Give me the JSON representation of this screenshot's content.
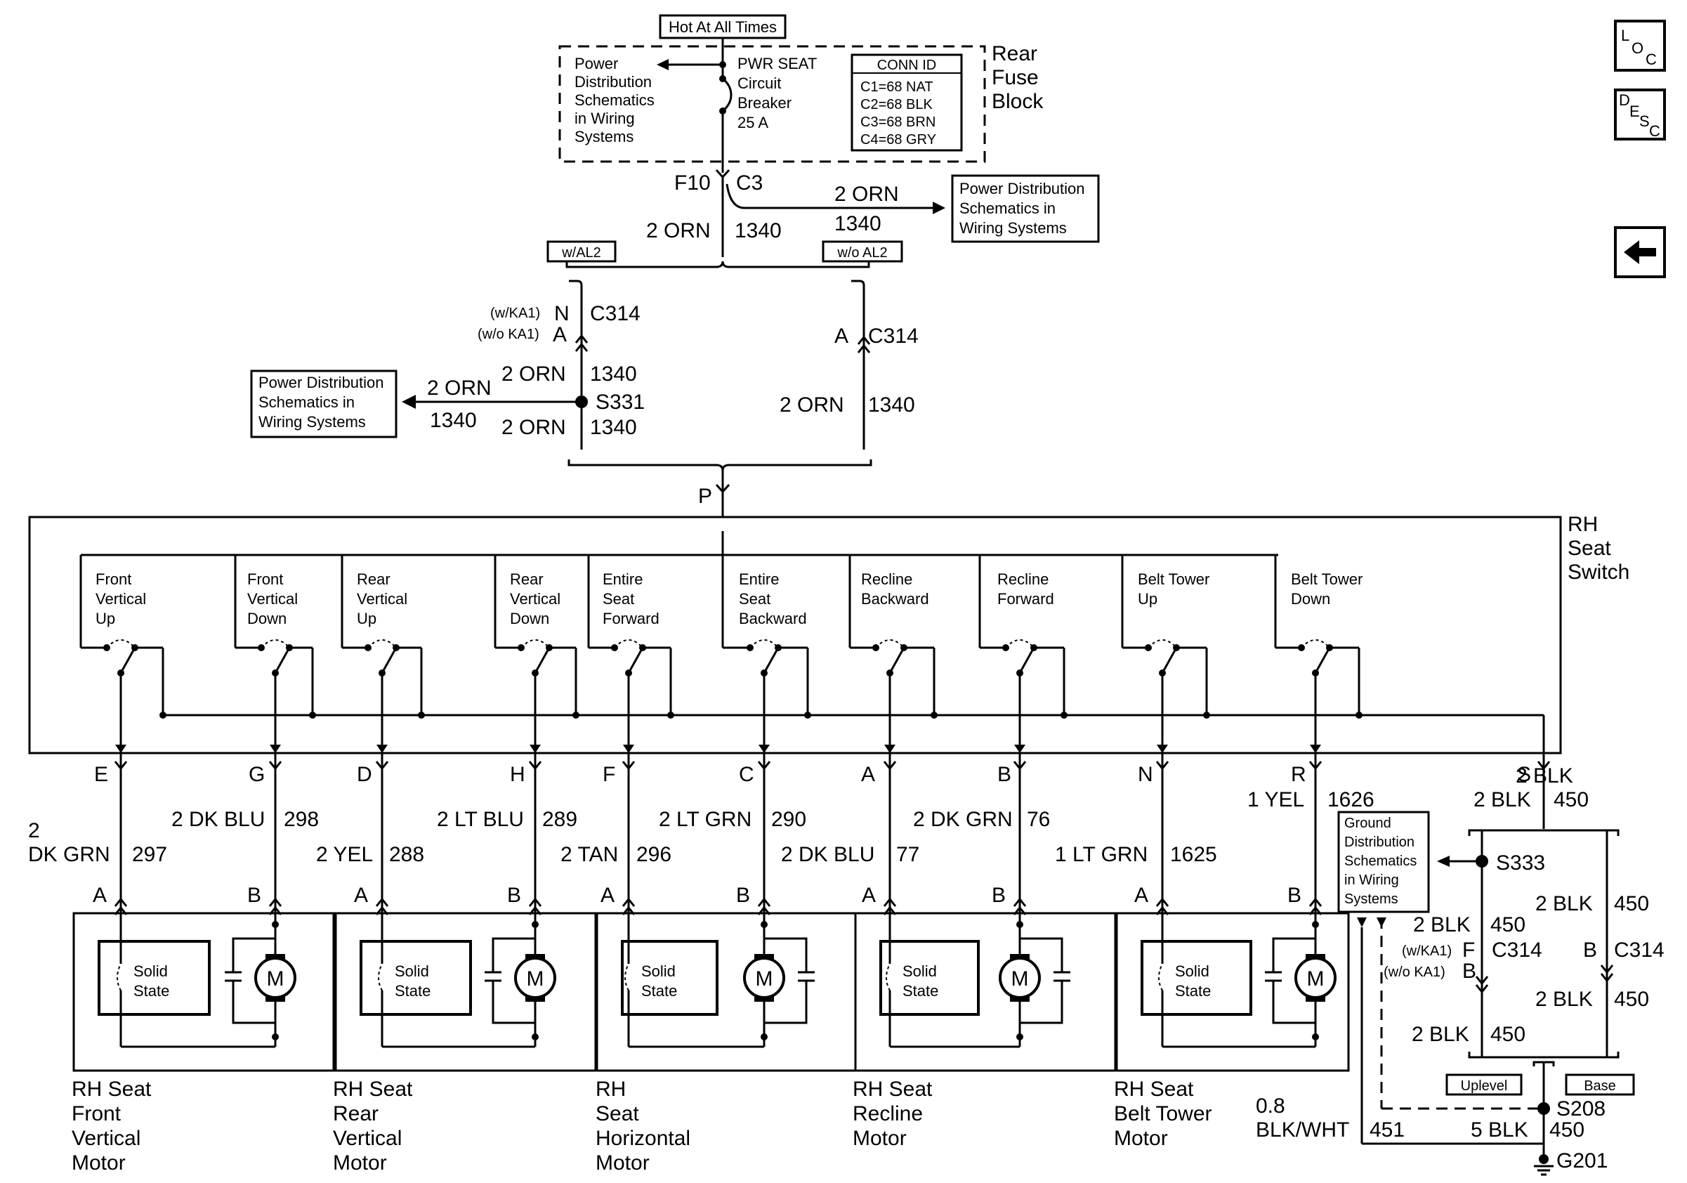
{
  "nav": {
    "loc": {
      "a": "L",
      "b": "O",
      "c": "C"
    },
    "desc": {
      "a": "D",
      "b": "E",
      "c": "S",
      "d": "C"
    },
    "back_glyph": "←"
  },
  "top": {
    "hot_label": "Hot At All Times",
    "pd_left": [
      "Power",
      "Distribution",
      "Schematics",
      "in Wiring",
      "Systems"
    ],
    "breaker": [
      "PWR SEAT",
      "Circuit",
      "Breaker",
      "25 A"
    ],
    "conn_title": "CONN ID",
    "conn": [
      "C1=68 NAT",
      "C2=68 BLK",
      "C3=68 BRN",
      "C4=68 GRY"
    ],
    "fuse_block": [
      "Rear",
      "Fuse",
      "Block"
    ],
    "f10": "F10",
    "c3": "C3",
    "orn_right": "2 ORN",
    "n1340_right": "1340",
    "pd_right": [
      "Power Distribution",
      "Schematics in",
      "Wiring Systems"
    ],
    "orn_main": "2 ORN",
    "n1340_main": "1340",
    "wal2": "w/AL2",
    "woal2": "w/o AL2"
  },
  "mid": {
    "wka1": "(w/KA1)",
    "woka1": "(w/o KA1)",
    "pin_n": "N",
    "pin_a": "A",
    "c314": "C314",
    "pin_a2": "A",
    "c314b": "C314",
    "orn1": "2 ORN",
    "n1": "1340",
    "orn2": "2 ORN",
    "n2": "1340",
    "orn3": "2 ORN",
    "n3": "1340",
    "orn4": "2 ORN",
    "n4": "1340",
    "s331": "S331",
    "pd_left2": [
      "Power Distribution",
      "Schematics in",
      "Wiring Systems"
    ],
    "pin_p": "P"
  },
  "switch": {
    "name": [
      "RH",
      "Seat",
      "Switch"
    ],
    "sections": [
      [
        "Front",
        "Vertical",
        "Up"
      ],
      [
        "Front",
        "Vertical",
        "Down"
      ],
      [
        "Rear",
        "Vertical",
        "Up"
      ],
      [
        "Rear",
        "Vertical",
        "Down"
      ],
      [
        "Entire",
        "Seat",
        "Forward"
      ],
      [
        "Entire",
        "Seat",
        "Backward"
      ],
      [
        "Recline",
        "Backward"
      ],
      [
        "Recline",
        "Forward"
      ],
      [
        "Belt Tower",
        "Up"
      ],
      [
        "Belt Tower",
        "Down"
      ]
    ],
    "pins": [
      "E",
      "G",
      "D",
      "H",
      "F",
      "C",
      "A",
      "B",
      "N",
      "R",
      "S"
    ]
  },
  "wires": [
    {
      "c": "2",
      "c2": "DK GRN",
      "n": "297"
    },
    {
      "c": "2 DK BLU",
      "n": "298"
    },
    {
      "c": "2 YEL",
      "n": "288"
    },
    {
      "c": "2 LT BLU",
      "n": "289"
    },
    {
      "c": "2 TAN",
      "n": "296"
    },
    {
      "c": "2 LT GRN",
      "n": "290"
    },
    {
      "c": "2 DK BLU",
      "n": "77"
    },
    {
      "c": "2 DK GRN",
      "n": "76"
    },
    {
      "c": "1 LT GRN",
      "n": "1625"
    },
    {
      "c": "1 YEL",
      "n": "1626"
    },
    {
      "c": "2 BLK",
      "n": "450"
    }
  ],
  "motor_pins": [
    "A",
    "B",
    "A",
    "B",
    "A",
    "B",
    "A",
    "B",
    "A",
    "B"
  ],
  "solid_state": [
    "Solid",
    "State"
  ],
  "m": "M",
  "motors": [
    [
      "RH Seat",
      "Front",
      "Vertical",
      "Motor"
    ],
    [
      "RH Seat",
      "Rear",
      "Vertical",
      "Motor"
    ],
    [
      "RH",
      "Seat",
      "Horizontal",
      "Motor"
    ],
    [
      "RH Seat",
      "Recline",
      "Motor"
    ],
    [
      "RH Seat",
      "Belt Tower",
      "Motor"
    ]
  ],
  "ground": {
    "gd": [
      "Ground",
      "Distribution",
      "Schematics",
      "in Wiring",
      "Systems"
    ],
    "s333": "S333",
    "blk_a": "2 BLK",
    "n_a": "450",
    "blk_b": "2 BLK",
    "n_b": "450",
    "wka1": "(w/KA1)",
    "pf": "F",
    "woka1": "(w/o KA1)",
    "pb": "B",
    "c314": "C314",
    "pb2": "B",
    "c314b": "C314",
    "blk_c": "2 BLK",
    "n_c": "450",
    "blk_d": "2 BLK",
    "n_d": "450",
    "uplevel": "Uplevel",
    "base": "Base",
    "s208": "S208",
    "b08": "0.8",
    "blkwht": "BLK/WHT",
    "n451": "451",
    "blk5": "5 BLK",
    "n450": "450",
    "g201": "G201"
  }
}
